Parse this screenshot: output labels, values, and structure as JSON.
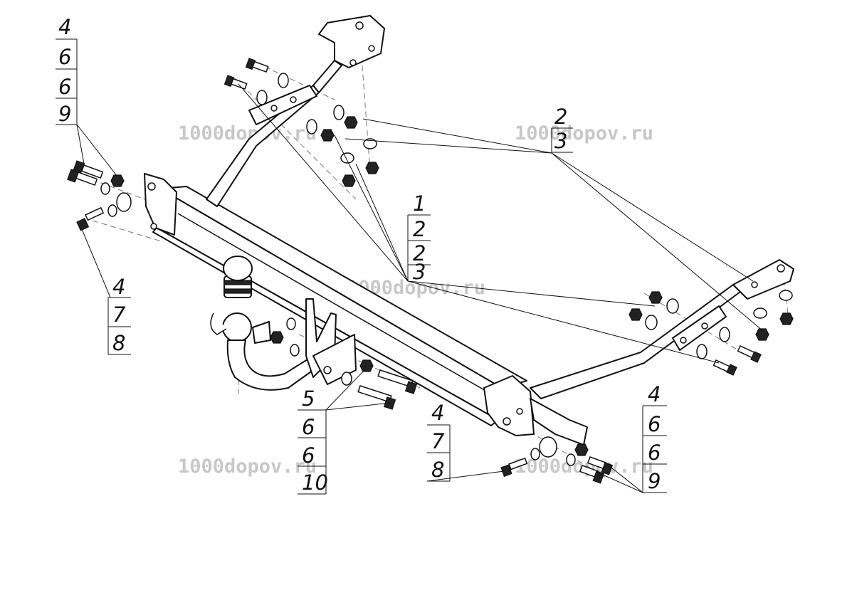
{
  "watermarks": [
    {
      "text": "1000dopov.ru"
    },
    {
      "text": "1000dopov.ru"
    },
    {
      "text": "1000dopov.ru"
    },
    {
      "text": "1000dopov.ru"
    },
    {
      "text": "1000dopov.ru"
    }
  ],
  "callouts": {
    "top_left": [
      "4",
      "6",
      "6",
      "9"
    ],
    "left_mid": [
      "4",
      "7",
      "8"
    ],
    "center": [
      "1",
      "2",
      "2",
      "3"
    ],
    "top_right": [
      "2",
      "3"
    ],
    "bottom_center": [
      "5",
      "6",
      "6",
      "10"
    ],
    "bottom_mid": [
      "4",
      "7",
      "8"
    ],
    "bottom_right": [
      "4",
      "6",
      "6",
      "9"
    ]
  }
}
